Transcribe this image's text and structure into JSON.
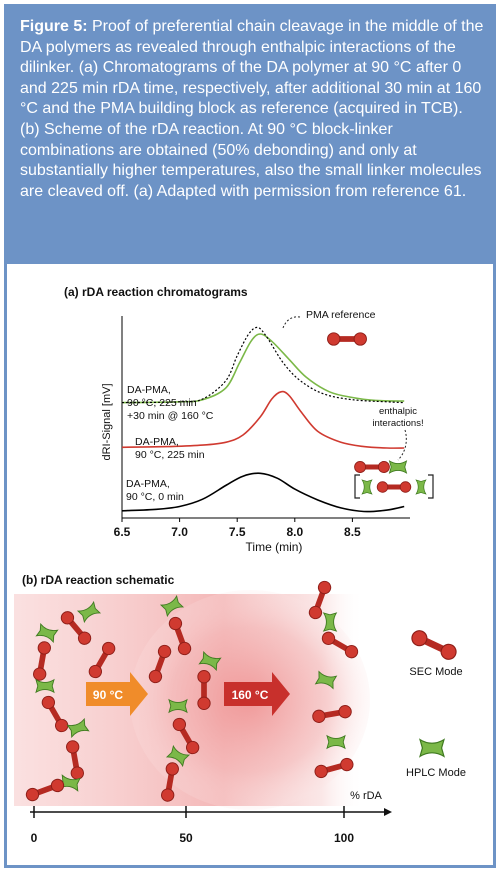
{
  "caption": {
    "label": "Figure 5:",
    "text": " Proof of preferential chain cleavage in the middle of the DA polymers as revealed through enthalpic interactions of the dilinker. (a) Chromatograms of the DA polymer at 90 °C after 0 and 225 min rDA time, respectively, after additional 30 min at 160 °C and the PMA building block as reference (acquired in TCB). (b) Scheme of the rDA reaction. At 90 °C block-linker combinations are obtained (50% debonding) and only at substantially higher temperatures, also the small linker molecules are cleaved off. (a) Adapted with permission from reference 61."
  },
  "colors": {
    "caption_bg": "#6d93c6",
    "red": "#d03a30",
    "green": "#7bb848",
    "black": "#000000",
    "arrow_90": "#f08c2a",
    "arrow_160": "#c8302c"
  },
  "panel_a": {
    "title": "(a) rDA reaction chromatograms",
    "pma_reference_label": "PMA reference",
    "enthalpic_label_1": "enthalpic",
    "enthalpic_label_2": "interactions!",
    "curve_label_green_1": "DA-PMA,",
    "curve_label_green_2": "90 °C, 225 min",
    "curve_label_green_3": "+30 min @ 160 °C",
    "curve_label_red_1": "DA-PMA,",
    "curve_label_red_2": "90 °C, 225 min",
    "curve_label_black_1": "DA-PMA,",
    "curve_label_black_2": "90 °C, 0 min"
  },
  "chart_data": {
    "type": "line",
    "xlabel": "Time (min)",
    "ylabel": "dRI-Signal [mV]",
    "xlim": [
      6.5,
      9.0
    ],
    "x_ticks": [
      "6.5",
      "7.0",
      "7.5",
      "8.0",
      "8.5"
    ],
    "series": [
      {
        "name": "DA-PMA, 90 °C, 0 min",
        "color": "#000000",
        "x": [
          6.5,
          6.8,
          7.0,
          7.2,
          7.4,
          7.55,
          7.7,
          7.85,
          8.0,
          8.2,
          8.4,
          8.6,
          8.8,
          8.95
        ],
        "y": [
          0.1,
          0.12,
          0.16,
          0.26,
          0.45,
          0.58,
          0.62,
          0.55,
          0.4,
          0.25,
          0.14,
          0.09,
          0.11,
          0.16
        ]
      },
      {
        "name": "DA-PMA, 90 °C, 225 min",
        "color": "#d03a30",
        "x": [
          6.5,
          6.9,
          7.2,
          7.4,
          7.55,
          7.7,
          7.8,
          7.88,
          7.95,
          8.05,
          8.2,
          8.4,
          8.6,
          8.8,
          8.95
        ],
        "y": [
          0.98,
          0.99,
          1.01,
          1.05,
          1.15,
          1.4,
          1.65,
          1.75,
          1.7,
          1.48,
          1.2,
          1.05,
          0.99,
          0.97,
          0.97
        ]
      },
      {
        "name": "DA-PMA, 90 °C, 225 min +30 min @ 160 °C",
        "color": "#7bb848",
        "x": [
          6.5,
          7.0,
          7.2,
          7.4,
          7.52,
          7.62,
          7.7,
          7.8,
          7.95,
          8.1,
          8.3,
          8.5,
          8.7,
          8.95
        ],
        "y": [
          1.6,
          1.61,
          1.64,
          1.8,
          2.15,
          2.45,
          2.55,
          2.45,
          2.2,
          1.95,
          1.75,
          1.67,
          1.63,
          1.62
        ]
      },
      {
        "name": "PMA reference",
        "color": "#000000",
        "dashed": true,
        "x": [
          6.5,
          7.0,
          7.2,
          7.4,
          7.5,
          7.6,
          7.68,
          7.76,
          7.9,
          8.05,
          8.25,
          8.5,
          8.8,
          8.95
        ],
        "y": [
          1.6,
          1.61,
          1.65,
          1.9,
          2.25,
          2.55,
          2.64,
          2.5,
          2.15,
          1.9,
          1.72,
          1.64,
          1.61,
          1.6
        ]
      }
    ]
  },
  "panel_b": {
    "title": "(b) rDA reaction schematic",
    "arrow_90_label": "90 °C",
    "arrow_160_label": "160 °C",
    "sec_mode_label": "SEC Mode",
    "hplc_mode_label": "HPLC Mode",
    "axis_label": "% rDA",
    "axis_ticks": [
      "0",
      "50",
      "100"
    ]
  }
}
